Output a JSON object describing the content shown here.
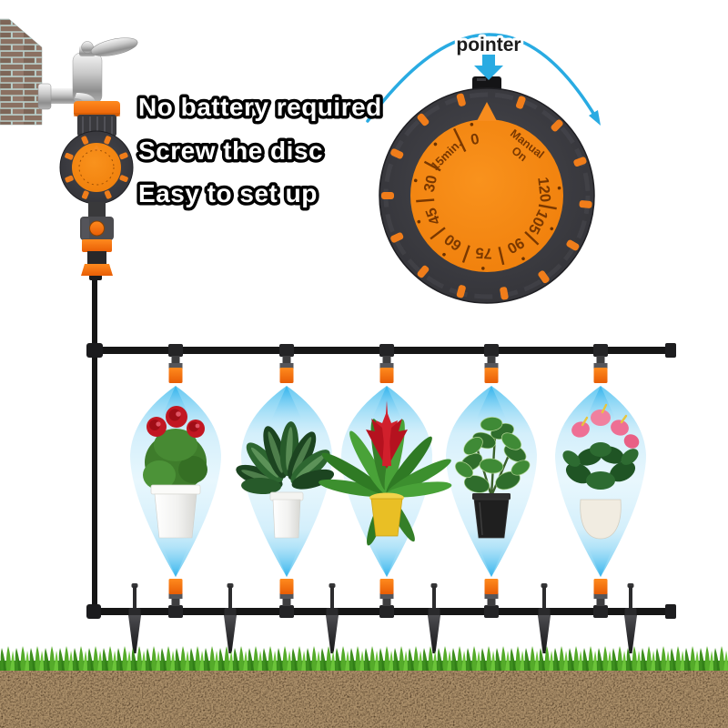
{
  "annotations": {
    "lines": [
      "No battery required",
      "Screw the disc",
      "Easy to set up"
    ]
  },
  "pointer": {
    "label": "pointer"
  },
  "dial": {
    "scale_labels": [
      "0",
      "15min.",
      "30",
      "45",
      "60",
      "75",
      "90",
      "105",
      "120"
    ],
    "manual_label": [
      "Manual",
      "On"
    ]
  },
  "colors": {
    "dial_face_orange": "#F28118",
    "fitting_orange": "#F26A1B",
    "dial_number_brown": "#7A3800",
    "rim_charcoal": "#36363A",
    "arrow_blue": "#29ABE2",
    "spray_blue": "#5BC6F2",
    "pipe_black": "#161616",
    "grass_green": "#55AB2A",
    "soil_brown": "#2A1A0C",
    "brick_brown": "#8A7061",
    "mortar_gray": "#B9CEC9",
    "pot_white": "#F5F5F5",
    "pot_yellow": "#E9BF25",
    "pot_black": "#1F1F1F",
    "rose_red": "#C21722",
    "anthurium_pink": "#EE6F94"
  }
}
